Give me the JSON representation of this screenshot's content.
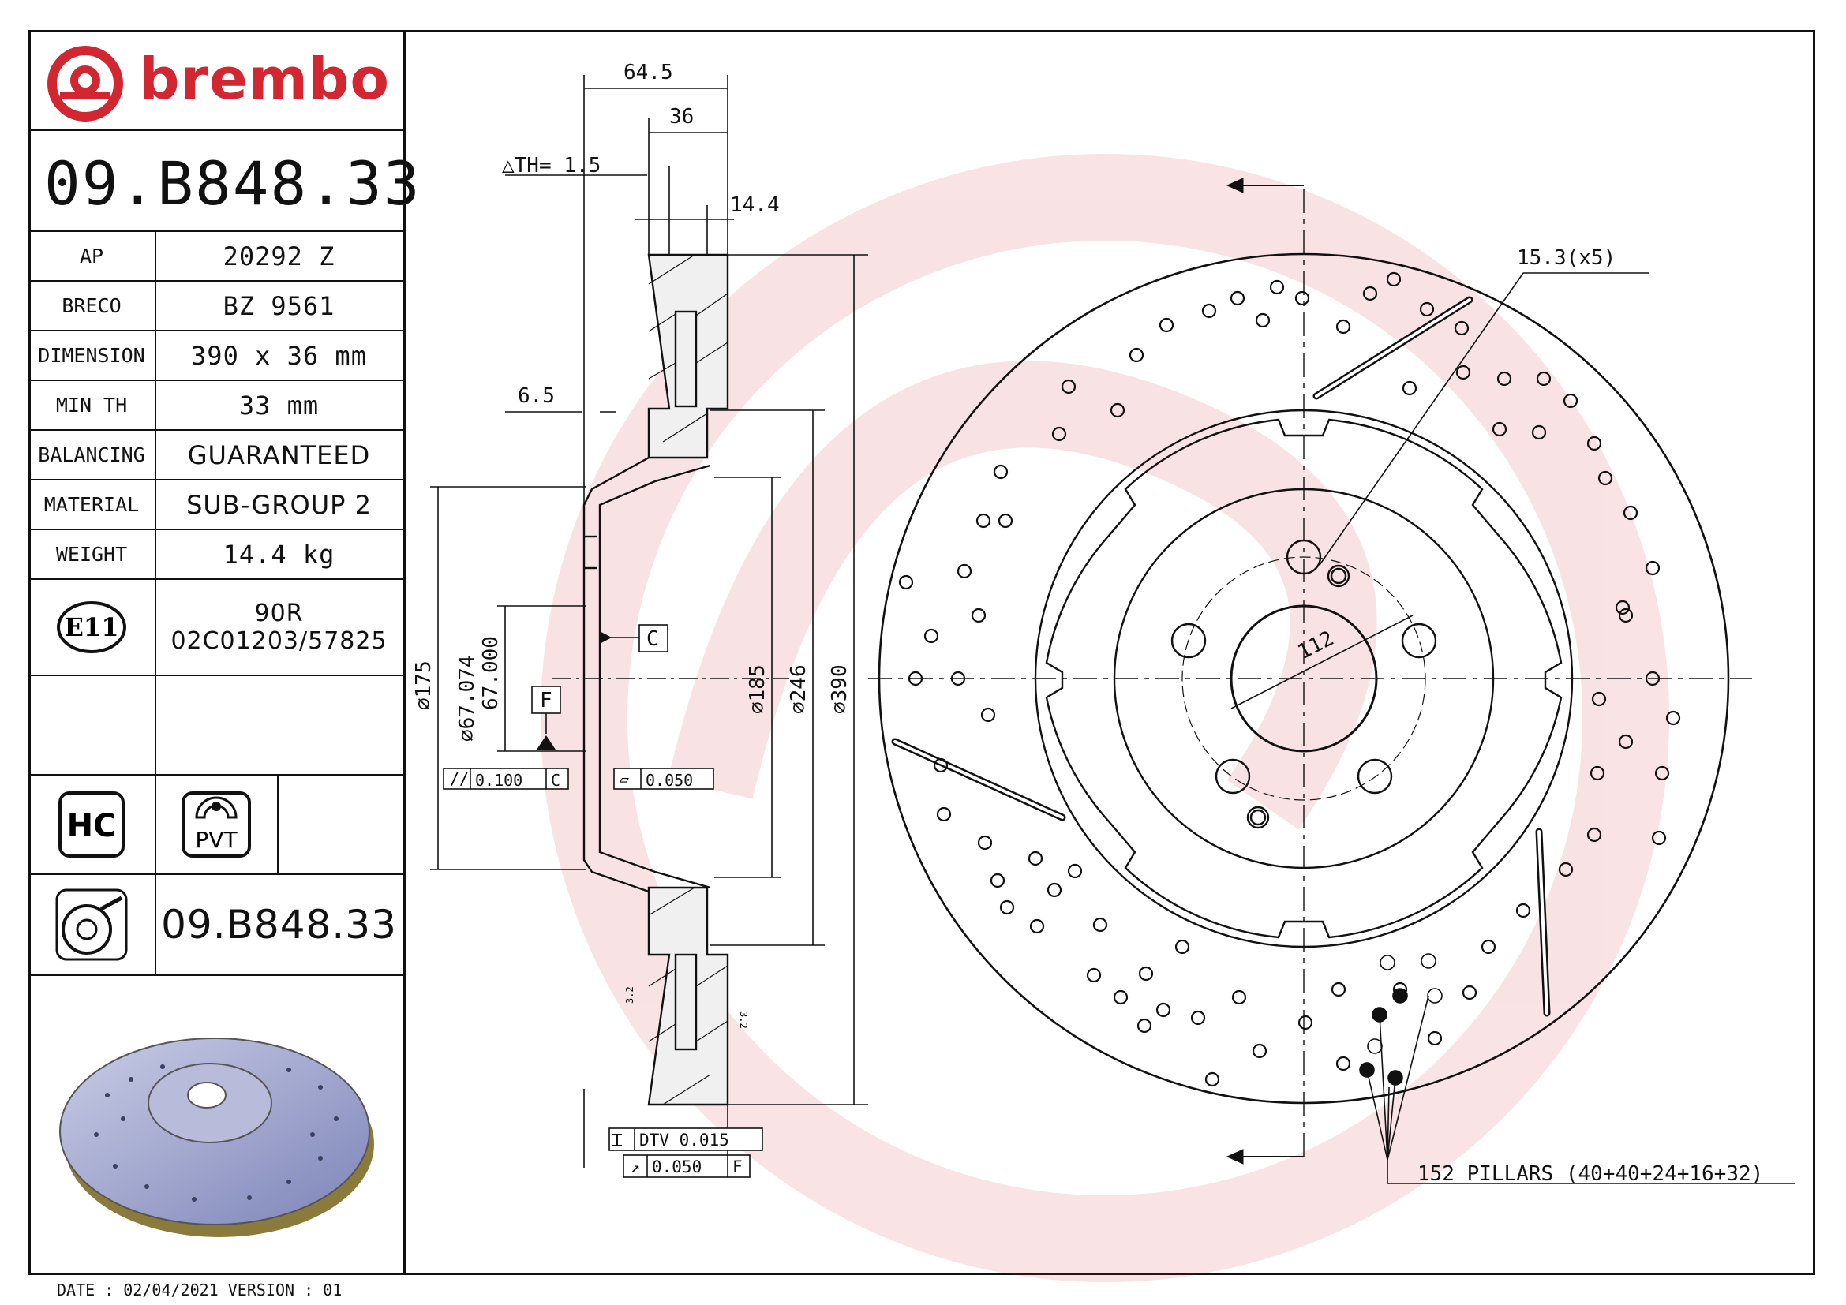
{
  "brand": {
    "name": "brembo",
    "color": "#d22630"
  },
  "part_number": "09.B848.33",
  "specs": [
    {
      "label": "AP",
      "value": "20292 Z"
    },
    {
      "label": "BRECO",
      "value": "BZ 9561"
    },
    {
      "label": "DIMENSION",
      "value": "390 x 36 mm"
    },
    {
      "label": "MIN TH",
      "value": "33 mm"
    },
    {
      "label": "BALANCING",
      "value": "GUARANTEED"
    },
    {
      "label": "MATERIAL",
      "value": "SUB-GROUP 2"
    },
    {
      "label": "WEIGHT",
      "value": "14.4 kg"
    }
  ],
  "approval": {
    "mark": "E11",
    "line1": "90R",
    "line2": "02C01203/57825"
  },
  "badges": {
    "hc": "HC",
    "pvt": "PVT"
  },
  "bottom_part_number": "09.B848.33",
  "footer": "DATE : 02/04/2021 VERSION : 01",
  "dimensions": {
    "overall_width": "64.5",
    "thickness": "36",
    "delta_th": "△TH= 1.5",
    "vane": "14.4",
    "offset": "6.5",
    "d175": "⌀175",
    "d67074": "⌀67.074",
    "d67000": "67.000",
    "d185": "⌀185",
    "d246": "⌀246",
    "d390": "⌀390",
    "holes": "15.3(x5)",
    "pcd": "112",
    "datum_c": "C",
    "datum_f": "F",
    "tol_parallel": "0.100",
    "tol_parallel_ref": "C",
    "tol_flat": "0.050",
    "dtv": "DTV 0.015",
    "runout": "0.050",
    "runout_ref": "F",
    "roughness": "3.2",
    "pillars": "152 PILLARS (40+40+24+16+32)"
  }
}
